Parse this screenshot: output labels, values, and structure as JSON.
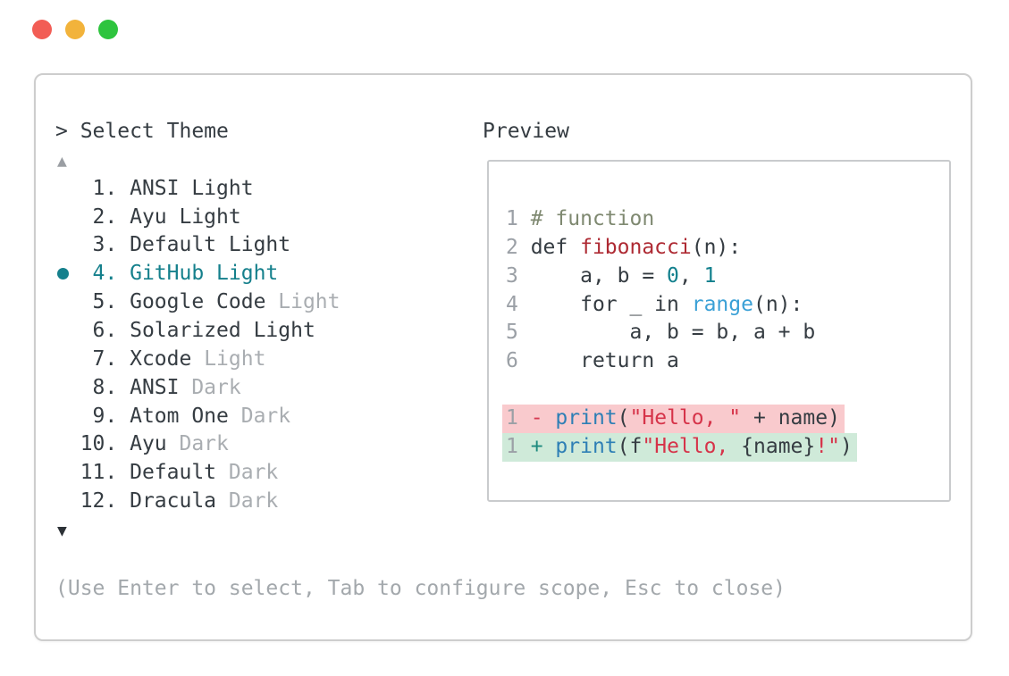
{
  "window": {
    "traffic_lights": [
      {
        "name": "close-button",
        "color": "#f25d55"
      },
      {
        "name": "minimize-button",
        "color": "#f2b33b"
      },
      {
        "name": "zoom-button",
        "color": "#2ec43e"
      }
    ]
  },
  "theme_picker": {
    "prompt": "> Select Theme",
    "scroll_up_indicator": "▲",
    "scroll_down_indicator": "▼",
    "selected_number": "4",
    "items": [
      {
        "number": "1",
        "name": "ANSI Light",
        "variant": "",
        "selected": false
      },
      {
        "number": "2",
        "name": "Ayu Light",
        "variant": "",
        "selected": false
      },
      {
        "number": "3",
        "name": "Default Light",
        "variant": "",
        "selected": false
      },
      {
        "number": "4",
        "name": "GitHub Light",
        "variant": "",
        "selected": true
      },
      {
        "number": "5",
        "name": "Google Code",
        "variant": "Light",
        "selected": false
      },
      {
        "number": "6",
        "name": "Solarized Light",
        "variant": "",
        "selected": false
      },
      {
        "number": "7",
        "name": "Xcode",
        "variant": "Light",
        "selected": false
      },
      {
        "number": "8",
        "name": "ANSI",
        "variant": "Dark",
        "selected": false
      },
      {
        "number": "9",
        "name": "Atom One",
        "variant": "Dark",
        "selected": false
      },
      {
        "number": "10",
        "name": "Ayu",
        "variant": "Dark",
        "selected": false
      },
      {
        "number": "11",
        "name": "Default",
        "variant": "Dark",
        "selected": false
      },
      {
        "number": "12",
        "name": "Dracula",
        "variant": "Dark",
        "selected": false
      }
    ],
    "help_text": "(Use Enter to select, Tab to configure scope, Esc to close)"
  },
  "preview": {
    "label": "Preview",
    "code_lines": [
      {
        "num": "1",
        "bg": null,
        "segs": [
          {
            "t": "# function",
            "c": "comment"
          }
        ]
      },
      {
        "num": "2",
        "bg": null,
        "segs": [
          {
            "t": "def ",
            "c": "plain"
          },
          {
            "t": "fibonacci",
            "c": "func"
          },
          {
            "t": "(n):",
            "c": "plain"
          }
        ]
      },
      {
        "num": "3",
        "bg": null,
        "segs": [
          {
            "t": "    a, b = ",
            "c": "plain"
          },
          {
            "t": "0",
            "c": "num"
          },
          {
            "t": ", ",
            "c": "plain"
          },
          {
            "t": "1",
            "c": "num"
          }
        ]
      },
      {
        "num": "4",
        "bg": null,
        "segs": [
          {
            "t": "    for _ in ",
            "c": "plain"
          },
          {
            "t": "range",
            "c": "builtin2"
          },
          {
            "t": "(n):",
            "c": "plain"
          }
        ]
      },
      {
        "num": "5",
        "bg": null,
        "segs": [
          {
            "t": "        a, b = b, a + b",
            "c": "plain"
          }
        ]
      },
      {
        "num": "6",
        "bg": null,
        "segs": [
          {
            "t": "    return a",
            "c": "plain"
          }
        ]
      },
      {
        "num": "",
        "bg": null,
        "segs": []
      },
      {
        "num": "1",
        "bg": "removed",
        "segs": [
          {
            "t": "-",
            "c": "minus"
          },
          {
            "t": " ",
            "c": "plain"
          },
          {
            "t": "print",
            "c": "builtin"
          },
          {
            "t": "(",
            "c": "plain"
          },
          {
            "t": "\"Hello, \"",
            "c": "str"
          },
          {
            "t": " + name)",
            "c": "plain"
          }
        ]
      },
      {
        "num": "1",
        "bg": "added",
        "segs": [
          {
            "t": "+",
            "c": "plus"
          },
          {
            "t": " ",
            "c": "plain"
          },
          {
            "t": "print",
            "c": "builtin"
          },
          {
            "t": "(f",
            "c": "plain"
          },
          {
            "t": "\"Hello, ",
            "c": "str"
          },
          {
            "t": "{name}",
            "c": "plain"
          },
          {
            "t": "!\"",
            "c": "str"
          },
          {
            "t": ")",
            "c": "plain"
          }
        ]
      }
    ]
  },
  "colors": {
    "accent_teal": "#15808c",
    "text_dark": "#353c42",
    "text_muted": "#a9adb1",
    "comment_olive": "#7f8971",
    "function_red": "#ae2a33",
    "number_teal": "#12808d",
    "builtin_blue": "#2e7fb5",
    "range_blue": "#3aa0d6",
    "string_crimson": "#d63349",
    "diff_removed_bg": "#f9cacd",
    "diff_added_bg": "#cfead9"
  }
}
